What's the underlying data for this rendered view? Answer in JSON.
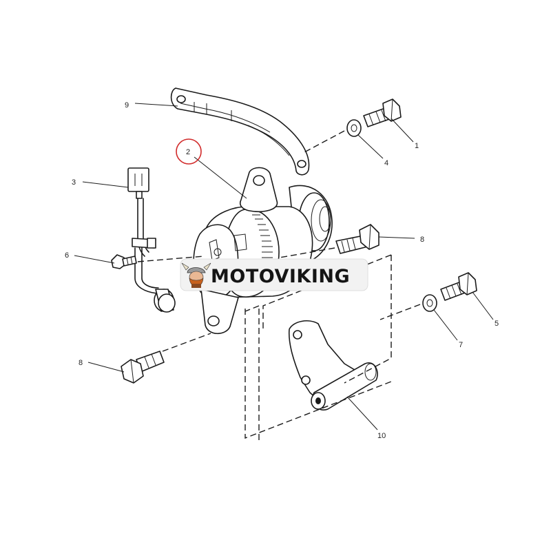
{
  "diagram": {
    "callouts": [
      {
        "id": "1",
        "label": "1"
      },
      {
        "id": "2",
        "label": "2"
      },
      {
        "id": "3",
        "label": "3"
      },
      {
        "id": "4",
        "label": "4"
      },
      {
        "id": "5",
        "label": "5"
      },
      {
        "id": "6",
        "label": "6"
      },
      {
        "id": "7",
        "label": "7"
      },
      {
        "id": "8a",
        "label": "8"
      },
      {
        "id": "8b",
        "label": "8"
      },
      {
        "id": "9",
        "label": "9"
      },
      {
        "id": "10",
        "label": "10"
      }
    ],
    "highlighted_callout": "2",
    "highlight_color": "#d12a2a"
  },
  "watermark": {
    "text": "MOTOVIKING",
    "badge_color": "#f2f2f2",
    "logo_icon": "viking-head-icon"
  }
}
